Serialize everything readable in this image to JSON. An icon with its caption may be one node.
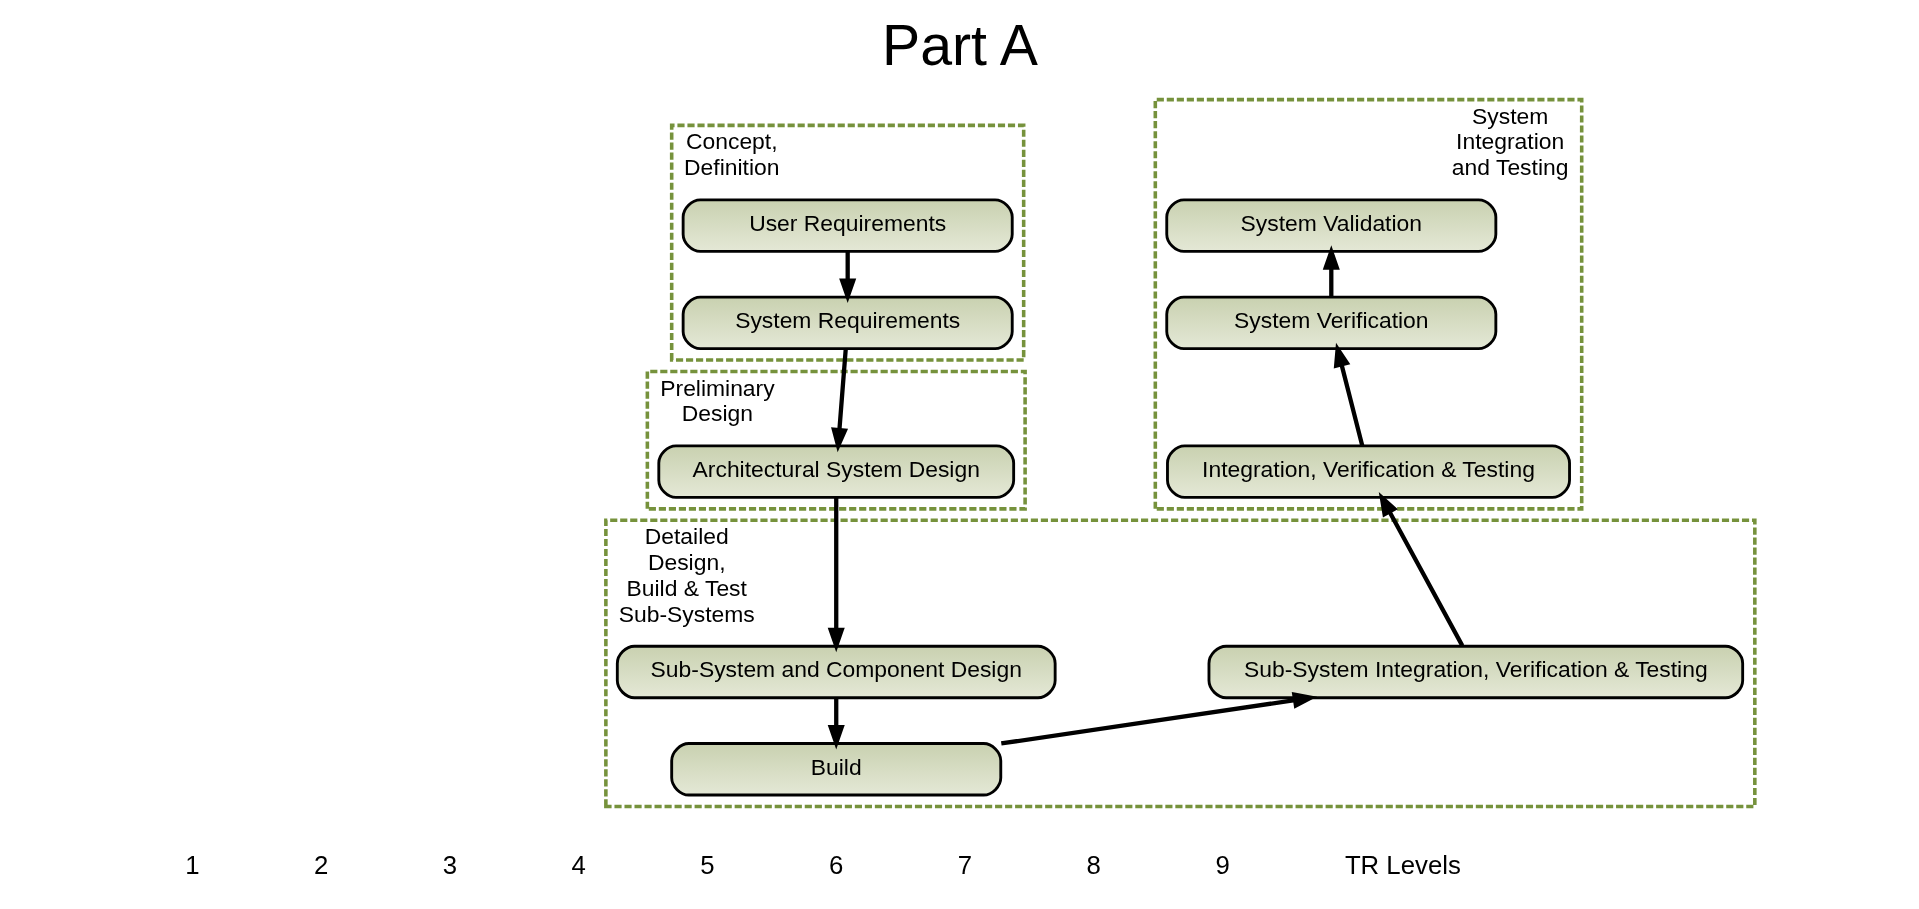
{
  "diagram": {
    "title": "Part A",
    "nodes": [
      {
        "text": [
          "Concept, Definition"
        ]
      },
      {
        "text": [
          "User Requirements"
        ],
        "in": 0
      },
      {
        "text": [
          "System Requirements"
        ],
        "in": 0
      },
      {
        "text": [
          "Preliminary Design"
        ]
      },
      {
        "text": [
          "Architectural System Design"
        ],
        "in": 3
      },
      {
        "text": [
          "Detailed Design, Build & Test Sub-Systems"
        ]
      },
      {
        "text": [
          "Sub-System and Component Design"
        ],
        "in": 5
      },
      {
        "text": [
          "Build"
        ],
        "in": 5
      },
      {
        "text": [
          "Sub-System Integration, Verification & Testing"
        ],
        "in": 5
      },
      {
        "text": [
          "System Integration and Testing"
        ]
      },
      {
        "text": [
          "Integration, Verification & Testing"
        ],
        "in": 9
      },
      {
        "text": [
          "System Verification"
        ],
        "in": 9
      },
      {
        "text": [
          "System Validation"
        ],
        "in": 9
      }
    ],
    "edges": [
      {
        "from": 1,
        "to": 2,
        "arrow": "to"
      },
      {
        "from": 2,
        "to": 4,
        "arrow": "to"
      },
      {
        "from": 4,
        "to": 6,
        "arrow": "to"
      },
      {
        "from": 6,
        "to": 7,
        "arrow": "to"
      },
      {
        "from": 7,
        "to": 8,
        "arrow": "to"
      },
      {
        "from": 8,
        "to": 10,
        "arrow": "to"
      },
      {
        "from": 10,
        "to": 11,
        "arrow": "to"
      },
      {
        "from": 11,
        "to": 12,
        "arrow": "to"
      }
    ],
    "labels": [
      "1",
      "2",
      "3",
      "4",
      "5",
      "6",
      "7",
      "8",
      "9",
      "TR Levels"
    ]
  }
}
